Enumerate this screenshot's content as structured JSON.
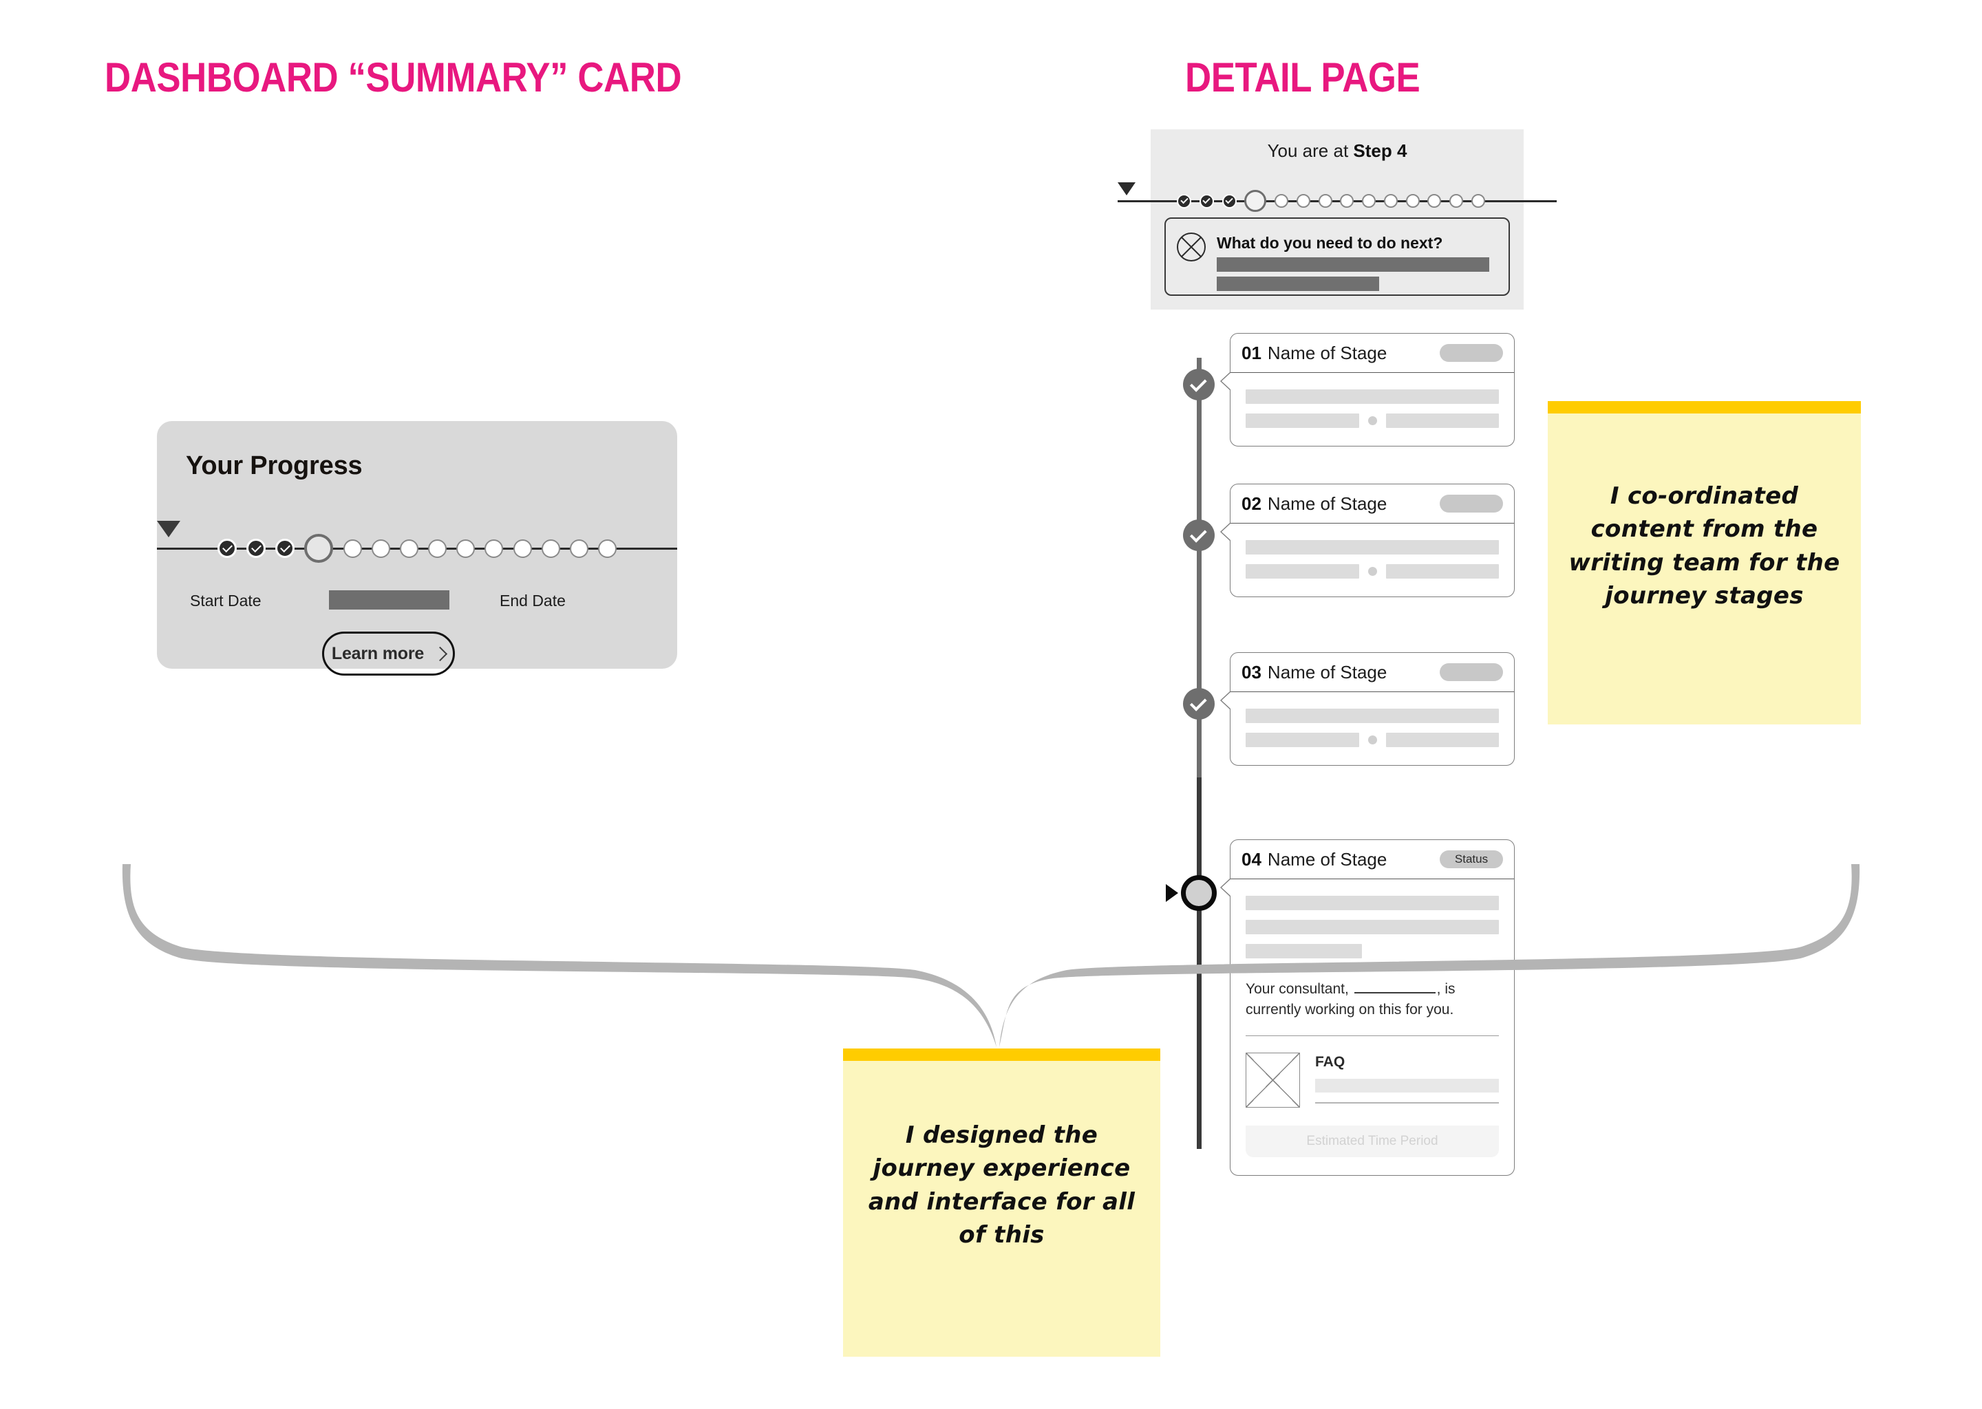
{
  "titles": {
    "dashboard": "DASHBOARD “SUMMARY” CARD",
    "detail": "DETAIL PAGE"
  },
  "colors": {
    "accent_pink": "#E8187F",
    "sticky_top": "#FFCC00",
    "sticky_body": "#FCF6BE",
    "card_gray": "#D9D9D9",
    "marker_gray": "#6E6E6E",
    "bar_gray": "#DCDCDC",
    "dark_bar_gray": "#707070"
  },
  "summary_card": {
    "heading": "Your Progress",
    "start_label": "Start Date",
    "end_label": "End Date",
    "date_bar_placeholder": "",
    "button_label": "Learn more",
    "chevron_icon": "chevron-right-icon",
    "progress": {
      "total_steps": 14,
      "completed": 3,
      "current_step": 4,
      "remaining": 10
    }
  },
  "detail_page": {
    "header": {
      "prefix": "You are at ",
      "step_label": "Step 4",
      "progress": {
        "total_steps": 14,
        "completed": 3,
        "current_step": 4,
        "remaining": 10
      },
      "next_box": {
        "icon": "image-placeholder-circle-icon",
        "title": "What do you need to do next?",
        "bars": [
          100,
          60
        ]
      }
    },
    "stages": [
      {
        "number": "01",
        "name": "Name of Stage",
        "badge": "",
        "state": "complete",
        "marker_icon": "check-circle-icon"
      },
      {
        "number": "02",
        "name": "Name of Stage",
        "badge": "",
        "state": "complete",
        "marker_icon": "check-circle-icon"
      },
      {
        "number": "03",
        "name": "Name of Stage",
        "badge": "",
        "state": "complete",
        "marker_icon": "check-circle-icon"
      },
      {
        "number": "04",
        "name": "Name of Stage",
        "badge": "Status",
        "state": "current",
        "marker_icon": "current-step-ring-icon",
        "consultant_text_before": "Your consultant, ",
        "consultant_text_after": ", is currently working on this for you.",
        "faq_heading": "FAQ",
        "faq_image_icon": "image-placeholder-box-icon",
        "footer": "Estimated Time Period"
      }
    ]
  },
  "sticky_notes": [
    {
      "id": "right",
      "text": "I co-ordinated content from the writing team for the journey stages"
    },
    {
      "id": "bottom",
      "text": "I designed the journey experience and interface for all of this"
    }
  ]
}
